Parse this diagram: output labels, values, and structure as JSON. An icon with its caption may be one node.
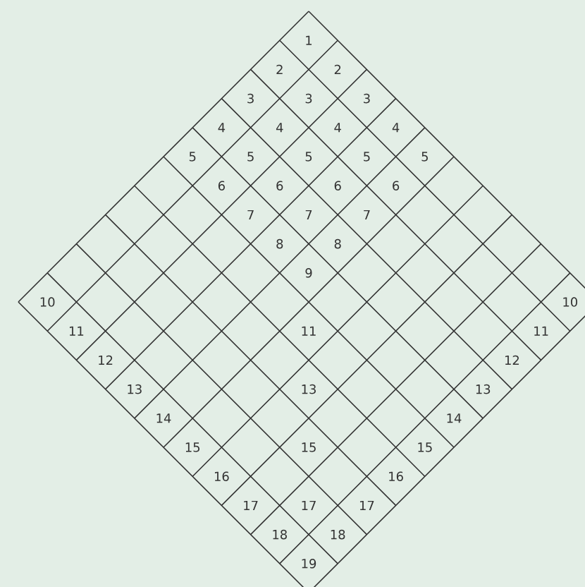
{
  "diagram": {
    "labels": [
      "1",
      "2",
      "2",
      "3",
      "3",
      "3",
      "4",
      "4",
      "4",
      "4",
      "5",
      "5",
      "5",
      "5",
      "5",
      "6",
      "6",
      "6",
      "6",
      "7",
      "7",
      "7",
      "8",
      "8",
      "9",
      "10",
      "10",
      "11",
      "11",
      "11",
      "12",
      "12",
      "13",
      "13",
      "13",
      "14",
      "14",
      "15",
      "15",
      "15",
      "16",
      "16",
      "17",
      "17",
      "17",
      "18",
      "18",
      "19"
    ]
  }
}
